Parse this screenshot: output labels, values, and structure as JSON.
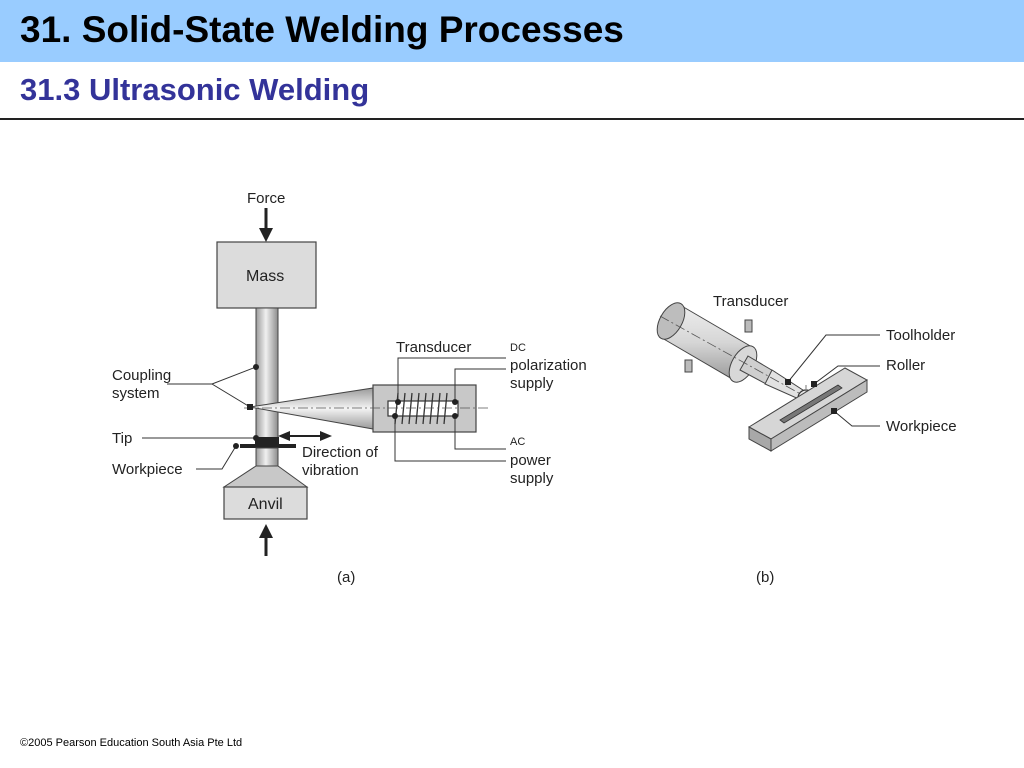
{
  "header": {
    "title": "31. Solid-State Welding Processes",
    "subtitle": "31.3 Ultrasonic Welding"
  },
  "figure_a": {
    "labels": {
      "force": "Force",
      "mass": "Mass",
      "coupling_line1": "Coupling",
      "coupling_line2": "system",
      "tip": "Tip",
      "workpiece": "Workpiece",
      "anvil": "Anvil",
      "direction_line1": "Direction of",
      "direction_line2": "vibration",
      "transducer": "Transducer",
      "dc": "DC",
      "dc_line1": "polarization",
      "dc_line2": "supply",
      "ac": "AC",
      "ac_line1": "power",
      "ac_line2": "supply"
    },
    "caption": "(a)"
  },
  "figure_b": {
    "labels": {
      "transducer": "Transducer",
      "toolholder": "Toolholder",
      "roller": "Roller",
      "workpiece": "Workpiece"
    },
    "caption": "(b)"
  },
  "footer": {
    "copyright": "©2005 Pearson Education South Asia Pte Ltd"
  },
  "colors": {
    "title_bar": "#99ccff",
    "subtitle": "#333399"
  }
}
